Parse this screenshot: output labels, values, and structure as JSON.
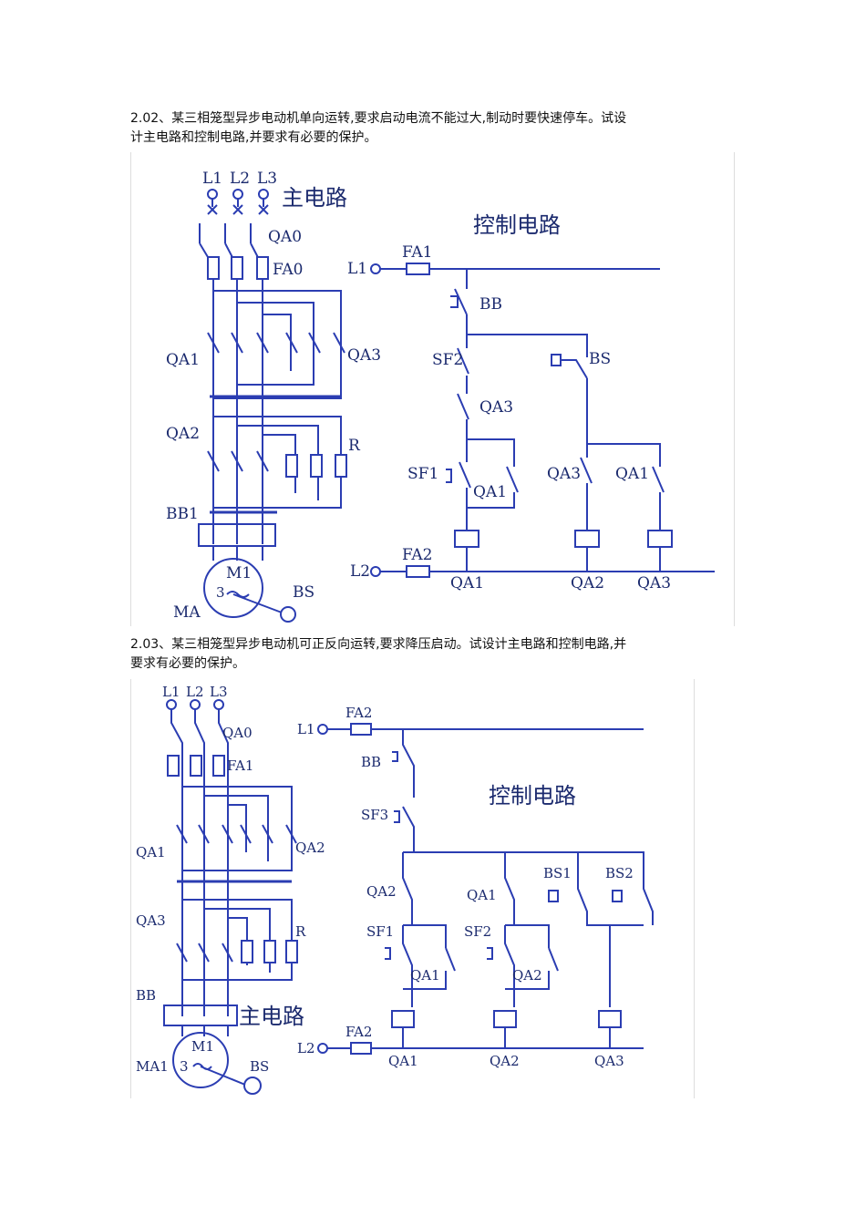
{
  "questions": [
    {
      "line1": "2.02、某三相笼型异步电动机单向运转,要求启动电流不能过大,制动时要快速停车。试设",
      "line2": "计主电路和控制电路,并要求有必要的保护。"
    },
    {
      "line1": "2.03、某三相笼型异步电动机可正反向运转,要求降压启动。试设计主电路和控制电路,并",
      "line2": "要求有必要的保护。"
    }
  ],
  "diagram1": {
    "title_main": "主电路",
    "title_control": "控制电路",
    "labels": {
      "L1": "L1",
      "L2": "L2",
      "L3": "L3",
      "QA0": "QA0",
      "FA0": "FA0",
      "QA1": "QA1",
      "QA3": "QA3",
      "QA2": "QA2",
      "R": "R",
      "BB1": "BB1",
      "M1": "M1",
      "three": "3",
      "BS": "BS",
      "MA": "MA",
      "cL1": "L1",
      "FA1": "FA1",
      "BB": "BB",
      "SF2": "SF2",
      "cBS": "BS",
      "cQA3": "QA3",
      "SF1": "SF1",
      "cQA1": "QA1",
      "cQA3b": "QA3",
      "cQA1b": "QA1",
      "cL2": "L2",
      "FA2": "FA2",
      "coilQA1": "QA1",
      "coilQA2": "QA2",
      "coilQA3": "QA3"
    }
  },
  "diagram2": {
    "title_main": "主电路",
    "title_control": "控制电路",
    "labels": {
      "L1": "L1",
      "L2": "L2",
      "L3": "L3",
      "QA0": "QA0",
      "FA1": "FA1",
      "QA1": "QA1",
      "QA2": "QA2",
      "QA3": "QA3",
      "R": "R",
      "BB": "BB",
      "M1": "M1",
      "three": "3",
      "MA1": "MA1",
      "BS": "BS",
      "cL1": "L1",
      "FA2": "FA2",
      "cBB": "BB",
      "SF3": "SF3",
      "BS1": "BS1",
      "BS2": "BS2",
      "cQA2": "QA2",
      "cQA1": "QA1",
      "SF1": "SF1",
      "SF2": "SF2",
      "cQA1b": "QA1",
      "cQA2b": "QA2",
      "cL2": "L2",
      "FA2b": "FA2",
      "coilQA1": "QA1",
      "coilQA2": "QA2",
      "coilQA3": "QA3"
    }
  }
}
